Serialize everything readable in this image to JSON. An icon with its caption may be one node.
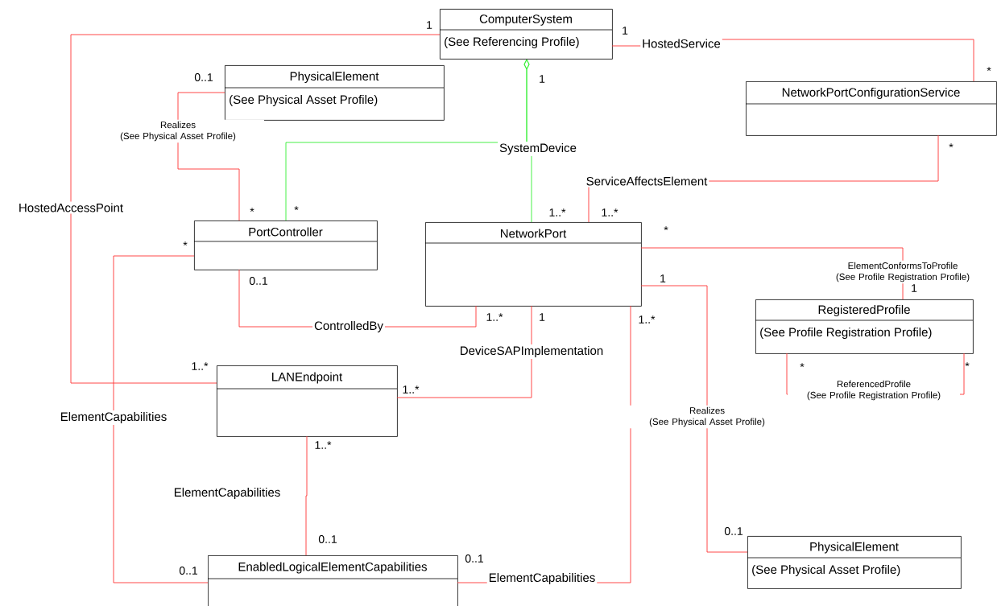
{
  "diagram": {
    "nodes": [
      {
        "text": [
          "ComputerSystem",
          "(See Referencing Profile)"
        ]
      },
      {
        "text": [
          "PhysicalElement",
          "(See Physical Asset Profile)"
        ]
      },
      {
        "text": [
          "NetworkPortConfigurationService"
        ]
      },
      {
        "text": [
          "PortController"
        ]
      },
      {
        "text": [
          "NetworkPort"
        ]
      },
      {
        "text": [
          "RegisteredProfile",
          "(See Profile Registration Profile)"
        ]
      },
      {
        "text": [
          "LANEndpoint"
        ]
      },
      {
        "text": [
          "EnabledLogicalElementCapabilities"
        ]
      },
      {
        "text": [
          "PhysicalElement",
          "(See Physical Asset Profile)"
        ]
      }
    ],
    "edges": [
      {
        "from": 0,
        "to": 6,
        "arrow": "none",
        "label": "HostedAccessPoint"
      },
      {
        "from": 1,
        "to": 3,
        "arrow": "none",
        "label": "Realizes (See Physical Asset Profile)"
      },
      {
        "from": 0,
        "to": 3,
        "arrow": "other",
        "color": "#33ee33",
        "label": "SystemDevice"
      },
      {
        "from": 0,
        "to": 4,
        "arrow": "other",
        "color": "#33ee33"
      },
      {
        "from": 2,
        "to": 4,
        "arrow": "none",
        "label": "ServiceAffectsElement"
      },
      {
        "from": 0,
        "to": 2,
        "arrow": "none",
        "label": "HostedService"
      },
      {
        "from": 4,
        "to": 5,
        "arrow": "none",
        "label": "ElementConformsToProfile (See Profile Registration Profile)"
      },
      {
        "from": 4,
        "to": 8,
        "arrow": "none",
        "label": "Realizes (See Physical Asset Profile)"
      },
      {
        "from": 3,
        "to": 4,
        "arrow": "none",
        "label": "ControlledBy"
      },
      {
        "from": 4,
        "to": 6,
        "arrow": "none",
        "label": "DeviceSAPImplementation"
      },
      {
        "from": 3,
        "to": 7,
        "arrow": "none",
        "label": "ElementCapabilities"
      },
      {
        "from": 6,
        "to": 7,
        "arrow": "none",
        "label": "ElementCapabilities"
      },
      {
        "from": 7,
        "to": 4,
        "arrow": "none",
        "label": "ElementCapabilities"
      },
      {
        "from": 5,
        "to": 5,
        "arrow": "none",
        "label": "ReferencedProfile (See Profile Registration Profile)"
      }
    ],
    "labels": [
      "1",
      "1",
      "0..1",
      "1",
      "*",
      "*",
      "*",
      "*",
      "1..*",
      "1..*",
      "*",
      "*",
      "0..1",
      "1",
      "1",
      "1..*",
      "1",
      "1..*",
      "1..*",
      "*",
      "*",
      "1..*",
      "1..*",
      "0..1",
      "0..1",
      "0..1",
      "0..1"
    ]
  }
}
